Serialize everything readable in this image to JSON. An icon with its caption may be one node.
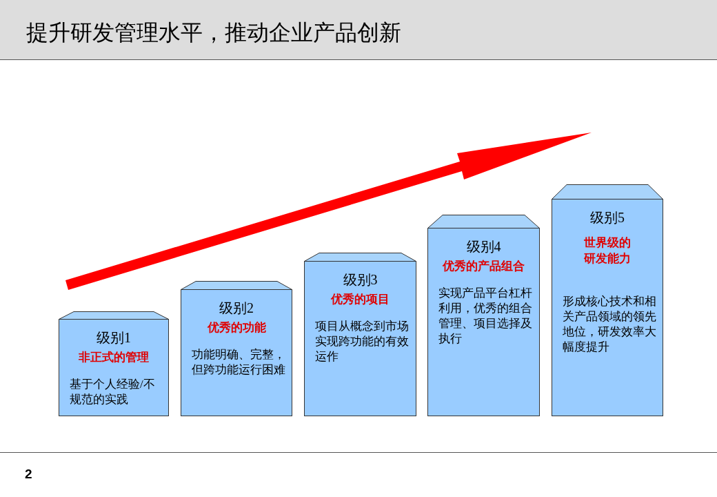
{
  "diagram": {
    "title": "提升研发管理水平，推动企业产品创新",
    "nodes": [
      {
        "text": [
          "级别1",
          "非正式的管理",
          "基于个人经验/不规范的实践"
        ]
      },
      {
        "text": [
          "级别2",
          "优秀的功能",
          "功能明确、完整，但跨功能运行困难"
        ]
      },
      {
        "text": [
          "级别3",
          "优秀的项目",
          "项目从概念到市场实现跨功能的有效运作"
        ]
      },
      {
        "text": [
          "级别4",
          "优秀的产品组合",
          "实现产品平台杠杆利用，优秀的组合管理、项目选择及执行"
        ]
      },
      {
        "text": [
          "级别5",
          "世界级的研发能力",
          "形成核心技术和相关产品领域的领先地位，研发效率大幅度提升"
        ]
      }
    ],
    "labels": [
      "2"
    ]
  }
}
